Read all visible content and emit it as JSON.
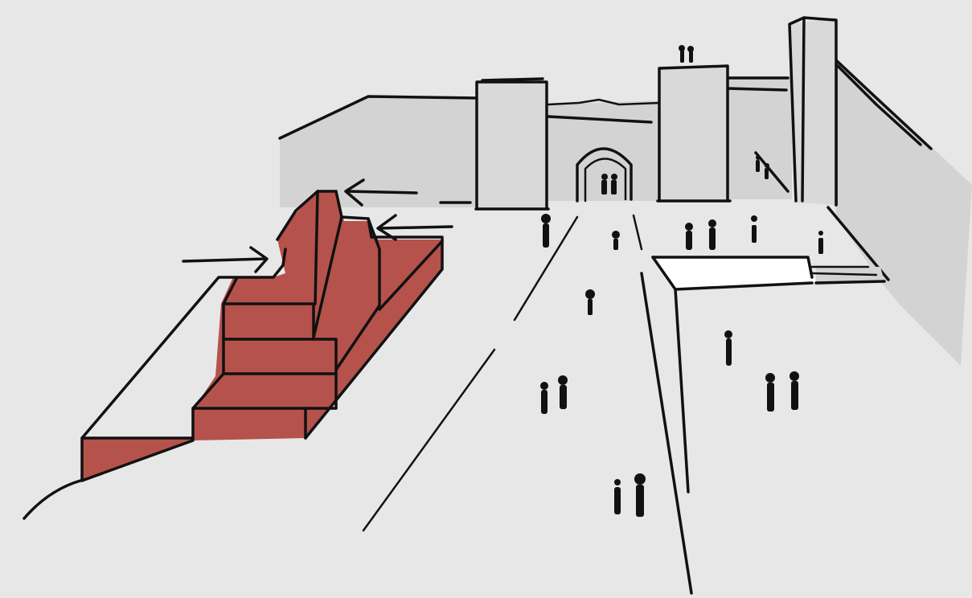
{
  "sketch": {
    "colors": {
      "background": "#e8e7e8",
      "wall_gray": "#d3d3d4",
      "tower_gray": "#d9d9d9",
      "stepped_block_red": "#b5524b",
      "platform_white": "#ffffff",
      "ink": "#111111"
    },
    "elements": [
      "city-wall",
      "gate-tower-left",
      "gate-tower-right",
      "gate-arch",
      "end-tower",
      "wall-side-panel",
      "stepped-red-block",
      "direction-arrows",
      "raised-white-platform",
      "plaza-ground-lines",
      "pedestrian-figures"
    ]
  }
}
